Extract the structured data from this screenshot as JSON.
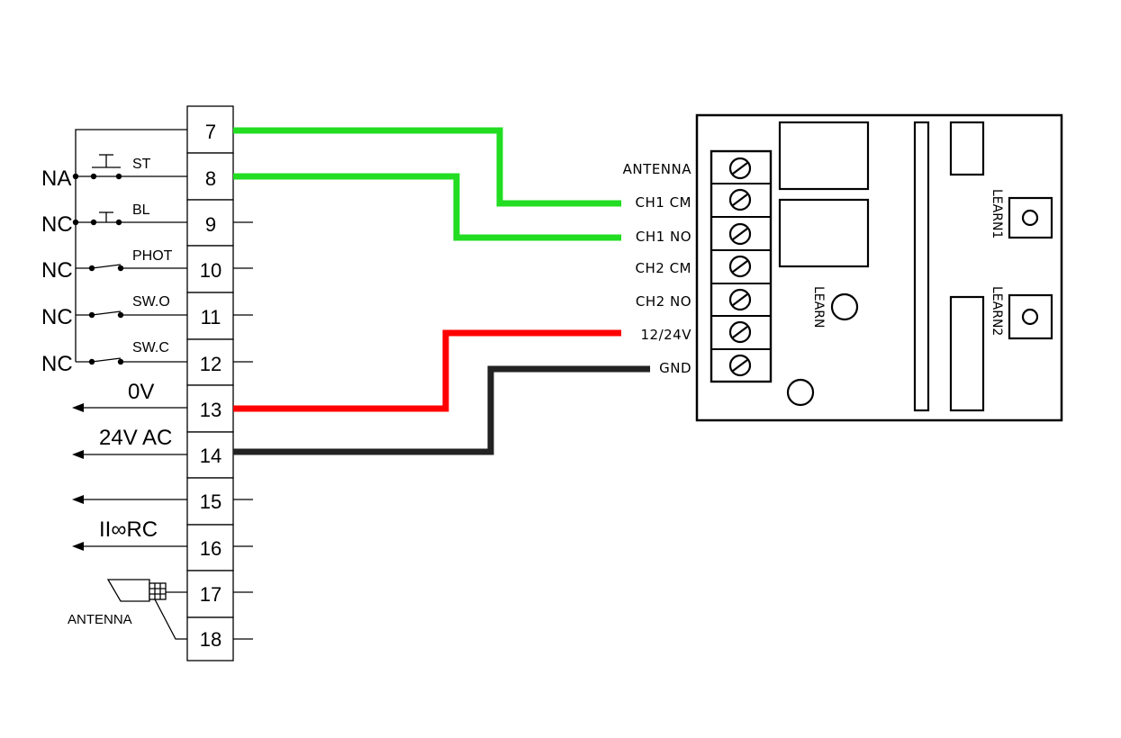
{
  "terminal_block": {
    "numbers": [
      "7",
      "8",
      "9",
      "10",
      "11",
      "12",
      "13",
      "14",
      "15",
      "16",
      "17",
      "18"
    ]
  },
  "contacts": [
    {
      "state": "NA",
      "name": "ST"
    },
    {
      "state": "NC",
      "name": "BL"
    },
    {
      "state": "NC",
      "name": "PHOT"
    },
    {
      "state": "NC",
      "name": "SW.O"
    },
    {
      "state": "NC",
      "name": "SW.C"
    }
  ],
  "outputs": {
    "t13": "0V",
    "t14": "24V AC",
    "t16": "II∞RC"
  },
  "antenna_label": "ANTENNA",
  "module": {
    "terminals": [
      "ANTENNA",
      "CH1 CM",
      "CH1 NO",
      "CH2 CM",
      "CH2 NO",
      "12/24V",
      "GND"
    ],
    "learn": "LEARN",
    "learn1": "LEARN1",
    "learn2": "LEARN2"
  },
  "wire_colors": {
    "ch1_cm": "#22dd22",
    "ch1_no": "#22dd22",
    "power": "#ff0000",
    "ground": "#222222"
  }
}
